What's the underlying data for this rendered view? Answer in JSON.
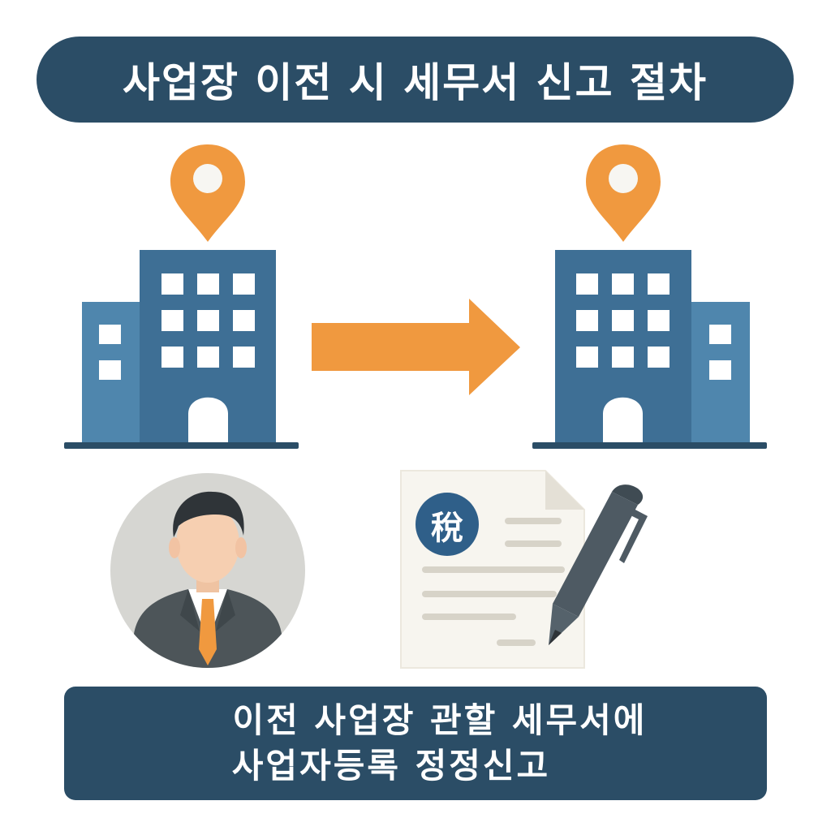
{
  "title": "사업장 이전 시 세무서 신고 절차",
  "document": {
    "tax_symbol": "稅"
  },
  "caption": {
    "line1": "이전 사업장 관할 세무서에",
    "line2": "사업자등록 정정신고"
  },
  "icons": {
    "origin_pin": "location-pin-icon",
    "destination_pin": "location-pin-icon",
    "origin_building": "office-building-icon",
    "destination_building": "office-building-icon",
    "move_arrow": "arrow-right-icon",
    "person": "businessman-avatar-icon",
    "document": "tax-document-icon",
    "pen": "pen-icon"
  },
  "colors": {
    "navy": "#2b4d66",
    "building_dark": "#3e6f95",
    "building_light": "#4f86ad",
    "orange": "#f0993f",
    "ground": "#2b4d66",
    "window": "#ffffff",
    "avatar_bg": "#d6d6d2",
    "suit": "#4d5559",
    "skin": "#f6cfb1",
    "hair": "#2f3438",
    "paper": "#f7f5ef",
    "paper_lines": "#d7d3c8",
    "pen": "#4e5a63"
  }
}
